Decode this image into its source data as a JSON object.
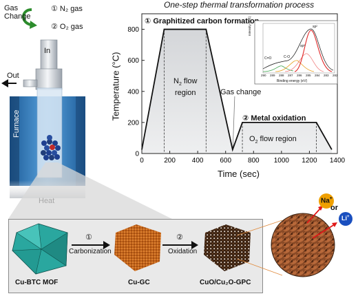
{
  "process": {
    "title": "One-step thermal transformation process",
    "gas_change_label_1": "Gas",
    "gas_change_label_2": "Change",
    "gas_option_1": "① N₂ gas",
    "gas_option_2": "② O₂ gas",
    "inlet_label": "In",
    "outlet_label": "Out",
    "furnace_label": "Furnace",
    "heat_label": "Heat"
  },
  "chart_data": {
    "type": "line",
    "title": "One-step thermal transformation process",
    "xlabel": "Time (sec)",
    "ylabel": "Temperature (°C)",
    "xlim": [
      0,
      1400
    ],
    "ylim": [
      0,
      900
    ],
    "xticks": [
      "0",
      "200",
      "400",
      "600",
      "800",
      "1000",
      "1200",
      "1400"
    ],
    "yticks": [
      "0",
      "200",
      "400",
      "600",
      "800"
    ],
    "x": [
      0,
      160,
      460,
      650,
      720,
      1250,
      1360
    ],
    "y": [
      25,
      800,
      800,
      25,
      200,
      200,
      25
    ],
    "dividers_x": [
      160,
      460,
      720,
      1250
    ],
    "annotations": {
      "stage1": "① Graphitized carbon formation",
      "n2_region_1": "N",
      "n2_region_sub": "2",
      "n2_region_2": "flow",
      "n2_region_3": "region",
      "gas_change": "Gas change",
      "stage2": "② Metal oxidation",
      "o2_region_1": "O",
      "o2_region_sub": "2",
      "o2_region_2": "flow region"
    },
    "inset": {
      "type": "line",
      "xlabel": "Binding energy (eV)",
      "ylabel": "Intensity (a.u.)",
      "xticks": [
        "290",
        "289",
        "288",
        "287",
        "286",
        "285",
        "284",
        "283",
        "282"
      ],
      "peak_labels": [
        "C=O",
        "C-O",
        "sp³",
        "sp²"
      ]
    }
  },
  "synthesis": {
    "step1_marker": "①",
    "step1_label": "Carbonization",
    "step2_marker": "②",
    "step2_label": "Oxidation",
    "mof_label": "Cu-BTC MOF",
    "gc_label": "Cu-GC",
    "gpc_label": "CuO/Cu₂O-GPC",
    "na_label": "Na",
    "li_label": "Li",
    "ion_charge": "+",
    "or_label": "or"
  },
  "colors": {
    "mof": "#2aa79f",
    "gc": "#c46419",
    "gpc": "#4a2a14",
    "na_ion": "#f0a000",
    "li_ion": "#1a4fbf",
    "arrow_red": "#e01818",
    "furnace": "#2f76b8",
    "panel": "#e9e9e9"
  }
}
